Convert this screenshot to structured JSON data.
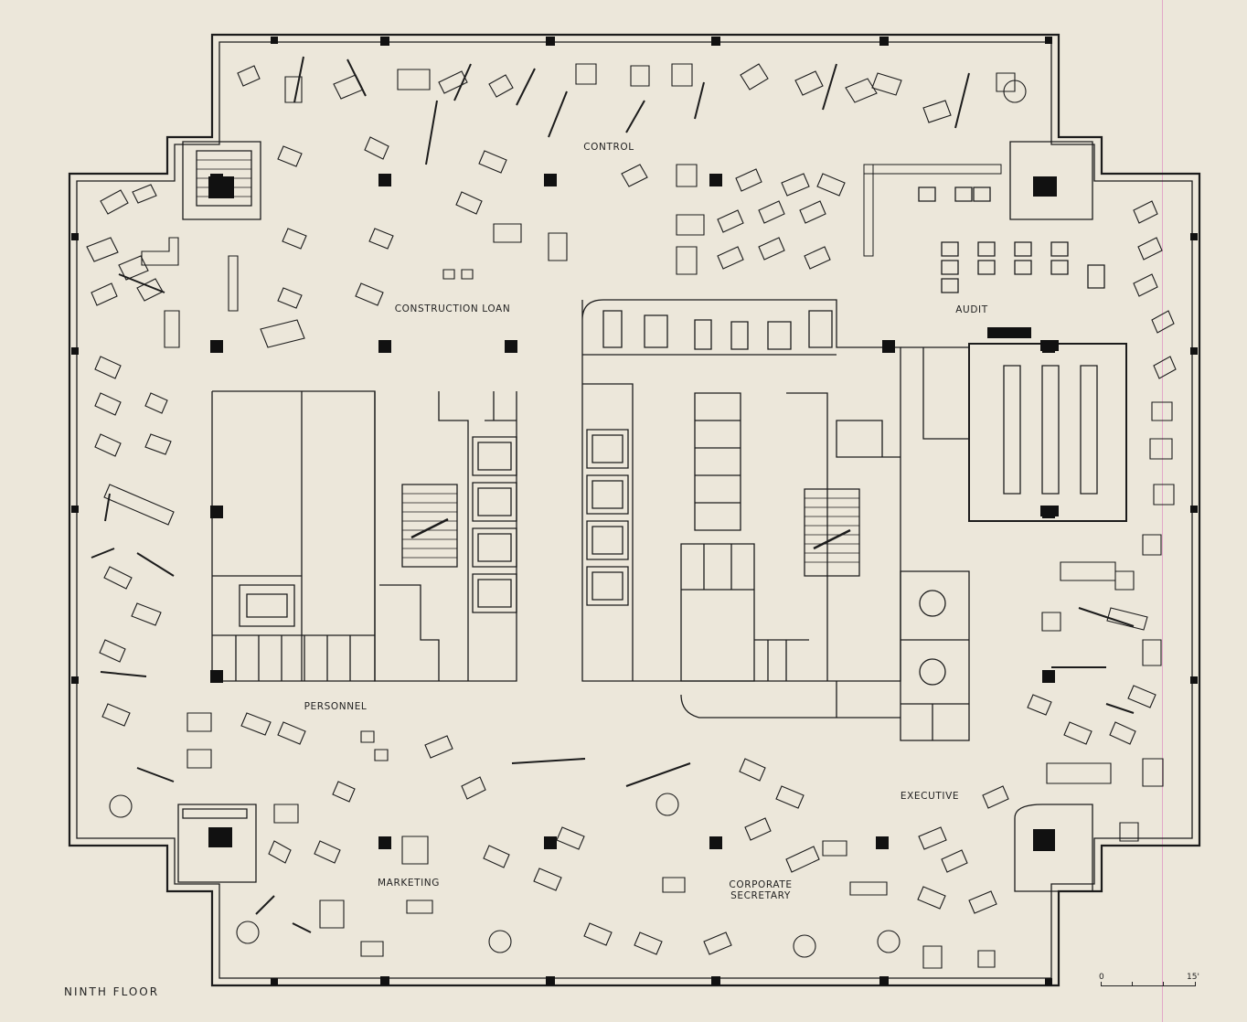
{
  "drawing": {
    "title": "NINTH FLOOR",
    "scale": {
      "start": "0",
      "end": "15'"
    }
  },
  "rooms": {
    "control": "CONTROL",
    "construction_loan": "CONSTRUCTION LOAN",
    "audit": "AUDIT",
    "personnel": "PERSONNEL",
    "marketing": "MARKETING",
    "corporate_secretary_1": "CORPORATE",
    "corporate_secretary_2": "SECRETARY",
    "executive": "EXECUTIVE"
  },
  "colors": {
    "paper": "#ece7da",
    "ink": "#1c1c1c"
  }
}
